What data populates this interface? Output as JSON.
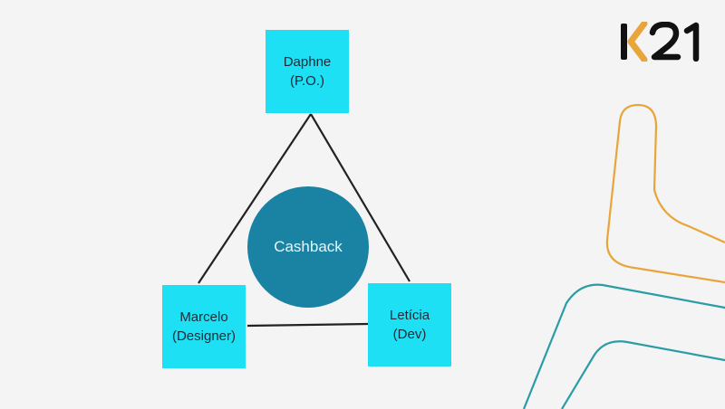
{
  "diagram": {
    "nodes": [
      {
        "id": "top",
        "lines": [
          "Daphne",
          "(P.O.)"
        ]
      },
      {
        "id": "left",
        "lines": [
          "Marcelo",
          "(Designer)"
        ]
      },
      {
        "id": "right",
        "lines": [
          "Letícia",
          "(Dev)"
        ]
      }
    ],
    "center_label": "Cashback",
    "edges": [
      [
        "top",
        "left"
      ],
      [
        "top",
        "right"
      ],
      [
        "left",
        "right"
      ]
    ]
  },
  "logo": {
    "text": "K21"
  },
  "colors": {
    "background": "#f4f4f4",
    "node_fill": "#1ee0f4",
    "center_fill": "#1a82a3",
    "edge": "#222222",
    "logo_k_arrow": "#e8a53a",
    "logo_text": "#111111",
    "decor_orange": "#e8a53a",
    "decor_teal": "#2a9ca6"
  }
}
